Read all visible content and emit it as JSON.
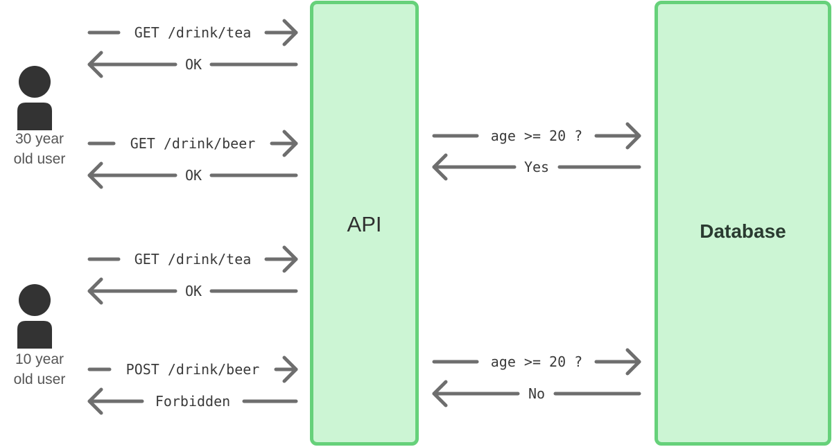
{
  "api": {
    "label": "API"
  },
  "database": {
    "label": "Database"
  },
  "users": [
    {
      "label_line1": "30 year",
      "label_line2": "old user"
    },
    {
      "label_line1": "10 year",
      "label_line2": "old user"
    }
  ],
  "client_requests": [
    {
      "request": "GET /drink/tea",
      "response": "OK"
    },
    {
      "request": "GET /drink/beer",
      "response": "OK"
    },
    {
      "request": "GET /drink/tea",
      "response": "OK"
    },
    {
      "request": "POST /drink/beer",
      "response": "Forbidden"
    }
  ],
  "db_queries": [
    {
      "query": "age >= 20 ?",
      "answer": "Yes"
    },
    {
      "query": "age >= 20 ?",
      "answer": "No"
    }
  ],
  "colors": {
    "box_fill": "#ccf5d4",
    "box_border": "#66d17a",
    "arrow": "#6e6e6e",
    "person": "#333333"
  }
}
